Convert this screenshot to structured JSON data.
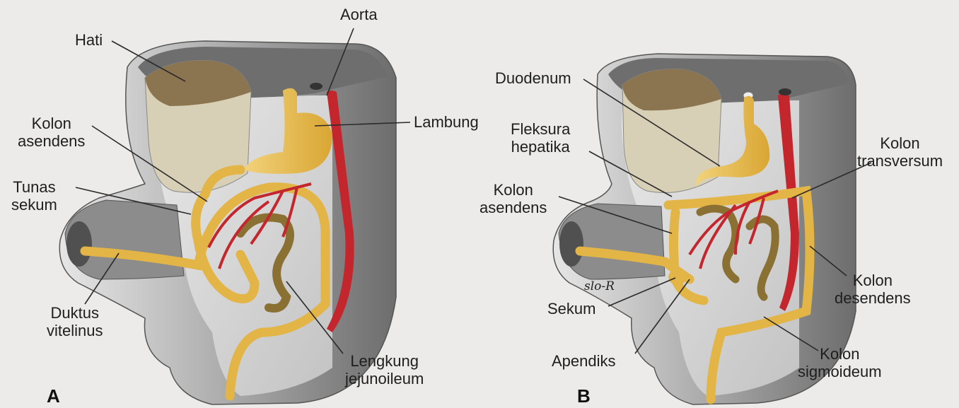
{
  "panels": [
    {
      "letter": "A",
      "labels": {
        "hati": "Hati",
        "aorta": "Aorta",
        "lambung": "Lambung",
        "kolon_asendens": [
          "Kolon",
          "asendens"
        ],
        "tunas_sekum": [
          "Tunas",
          "sekum"
        ],
        "duktus_vitelinus": [
          "Duktus",
          "vitelinus"
        ],
        "lengkung_jejunoileum": [
          "Lengkung",
          "jejunoileum"
        ]
      }
    },
    {
      "letter": "B",
      "labels": {
        "duodenum": "Duodenum",
        "fleksura_hepatika": [
          "Fleksura",
          "hepatika"
        ],
        "kolon_asendens": [
          "Kolon",
          "asendens"
        ],
        "kolon_transversum": [
          "Kolon",
          "transversum"
        ],
        "kolon_desendens": [
          "Kolon",
          "desendens"
        ],
        "kolon_sigmoideum": [
          "Kolon",
          "sigmoideum"
        ],
        "sekum": "Sekum",
        "apendiks": "Apendiks"
      },
      "signature": "slo-R"
    }
  ],
  "colors": {
    "background": "#ecebe9",
    "body_wall": "#9a9a9a",
    "cavity": "#cfcfcf",
    "liver": "#8b7550",
    "gut": "#e3b446",
    "artery": "#c4262e"
  }
}
